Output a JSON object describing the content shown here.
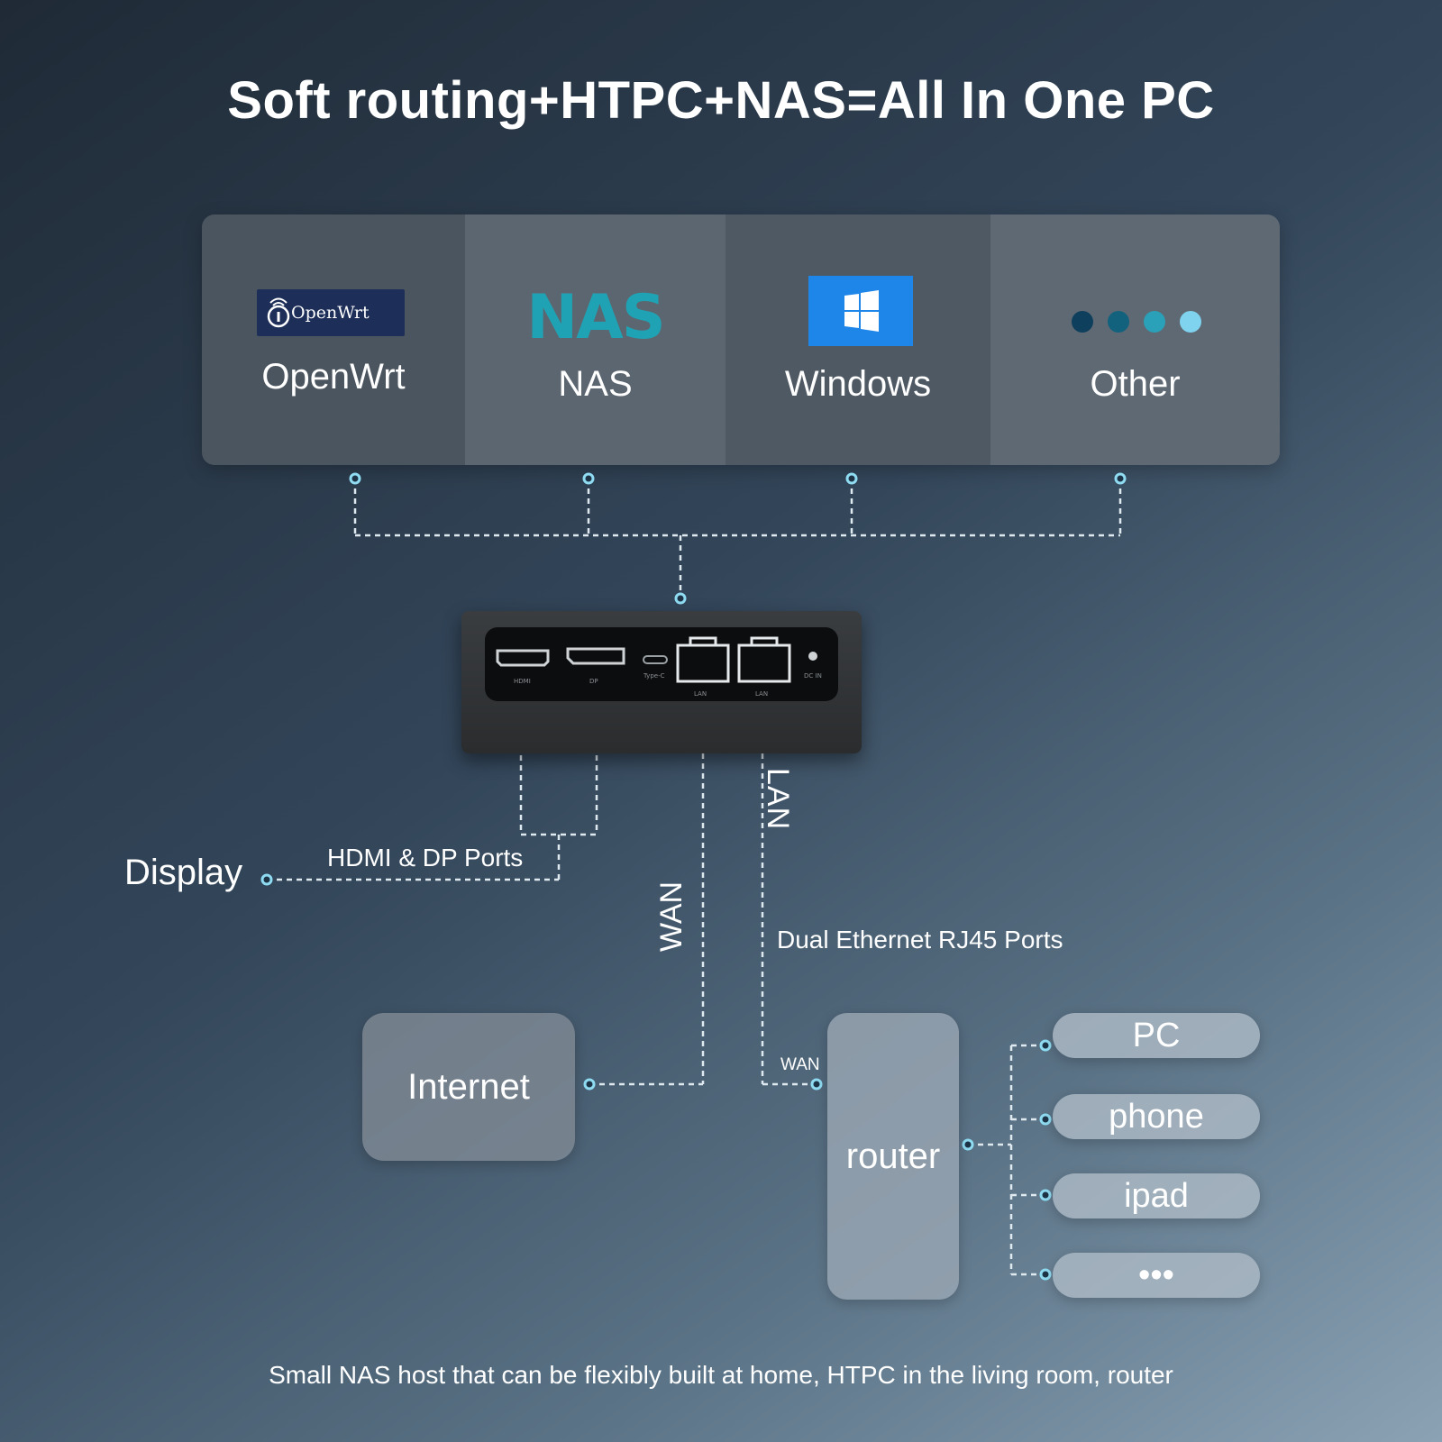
{
  "title": "Soft routing+HTPC+NAS=All In One PC",
  "os_options": [
    {
      "name": "OpenWrt",
      "logo_text": "OpenWrt",
      "logo_icon": "openwrt-icon"
    },
    {
      "name": "NAS",
      "logo_text": "NAS",
      "logo_color": "#1fa3b4"
    },
    {
      "name": "Windows",
      "logo_icon": "windows-icon",
      "logo_color": "#1d86e8"
    },
    {
      "name": "Other",
      "dot_colors": [
        "#0e3f5c",
        "#12627e",
        "#2aa1b8",
        "#7fd3ee"
      ]
    }
  ],
  "device_port_labels": [
    "HDMI",
    "DP",
    "Type-C",
    "LAN",
    "LAN",
    "DC IN"
  ],
  "connections": {
    "display": "Display",
    "hdmi_dp": "HDMI & DP Ports",
    "wan": "WAN",
    "lan": "LAN",
    "dual_ethernet": "Dual Ethernet RJ45 Ports",
    "router_wan": "WAN"
  },
  "nodes": {
    "internet": "Internet",
    "router": "router",
    "clients": [
      "PC",
      "phone",
      "ipad",
      "•••"
    ]
  },
  "footer": "Small NAS host that can be flexibly built at home, HTPC in the living room, router",
  "accent_color": "#7fd3ee"
}
